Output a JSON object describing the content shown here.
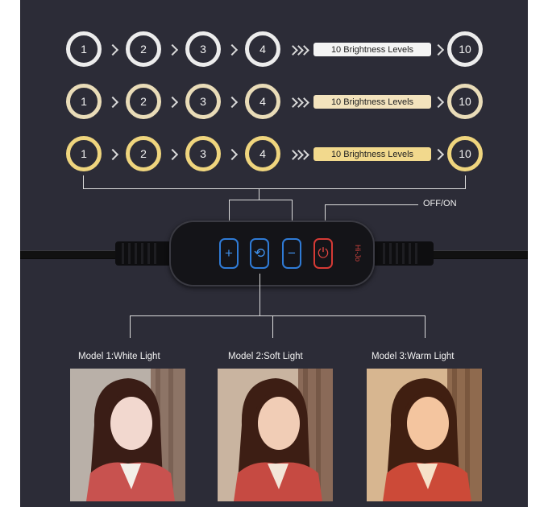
{
  "brightness_rows": [
    {
      "levels": [
        "1",
        "2",
        "3",
        "4"
      ],
      "label": "10 Brightness Levels",
      "max": "10",
      "ring_color": "#ececec",
      "pill_color": "#f4f4f4"
    },
    {
      "levels": [
        "1",
        "2",
        "3",
        "4"
      ],
      "label": "10 Brightness Levels",
      "max": "10",
      "ring_color": "#e9dcb8",
      "pill_color": "#f3e3bd"
    },
    {
      "levels": [
        "1",
        "2",
        "3",
        "4"
      ],
      "label": "10 Brightness Levels",
      "max": "10",
      "ring_color": "#efd57e",
      "pill_color": "#f2d98d"
    }
  ],
  "remote": {
    "brand": "Hi-Jo",
    "buttons": [
      {
        "symbol": "+",
        "icon": "plus-icon",
        "color": "#2f7bd6"
      },
      {
        "symbol": "⟲",
        "icon": "mode-cycle-icon",
        "color": "#2f7bd6"
      },
      {
        "symbol": "−",
        "icon": "minus-icon",
        "color": "#2f7bd6"
      },
      {
        "symbol": "⏻",
        "icon": "power-icon",
        "color": "#d63a35"
      }
    ],
    "power_label": "OFF/ON"
  },
  "modes": [
    {
      "caption": "Model 1:White Light",
      "tint": "#dfe4e8"
    },
    {
      "caption": "Model 2:Soft Light",
      "tint": "#e8cdb0"
    },
    {
      "caption": "Model 3:Warm Light",
      "tint": "#f0c08c"
    }
  ]
}
